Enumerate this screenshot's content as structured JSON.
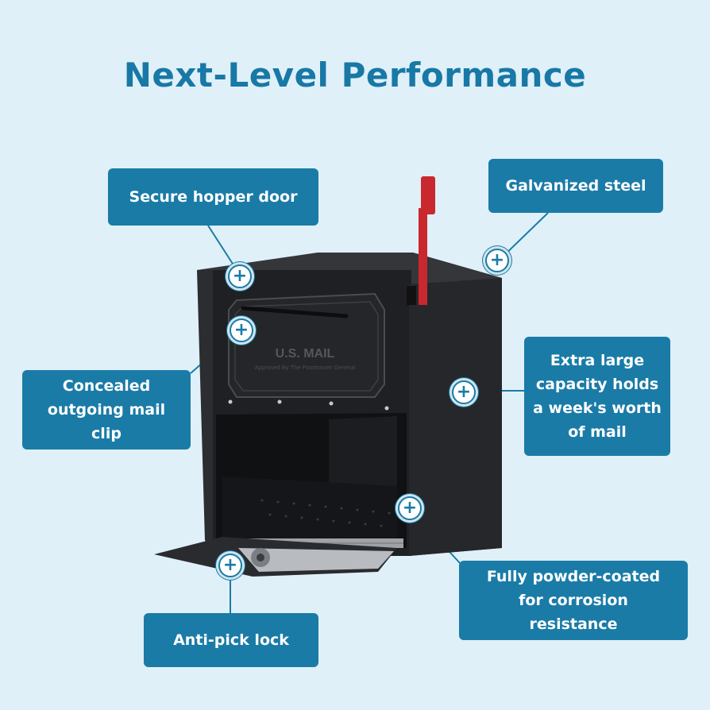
{
  "heading": "Next-Level Performance",
  "product": {
    "stamp_title": "U.S. MAIL",
    "stamp_subtitle": "Approved By The Postmaster General"
  },
  "callouts": {
    "secure_hopper_door": "Secure hopper door",
    "galvanized_steel": "Galvanized steel",
    "concealed_mail_clip": "Concealed outgoing mail clip",
    "extra_large_capacity": "Extra large capacity holds a week's worth of mail",
    "fully_powder_coated": "Fully powder-coated for corrosion resistance",
    "anti_pick_lock": "Anti-pick lock"
  },
  "marker_symbol": "+",
  "colors": {
    "background": "#dff0f8",
    "accent": "#1a7ba7",
    "mailbox_body": "#1f2023",
    "flag": "#c8282e"
  }
}
